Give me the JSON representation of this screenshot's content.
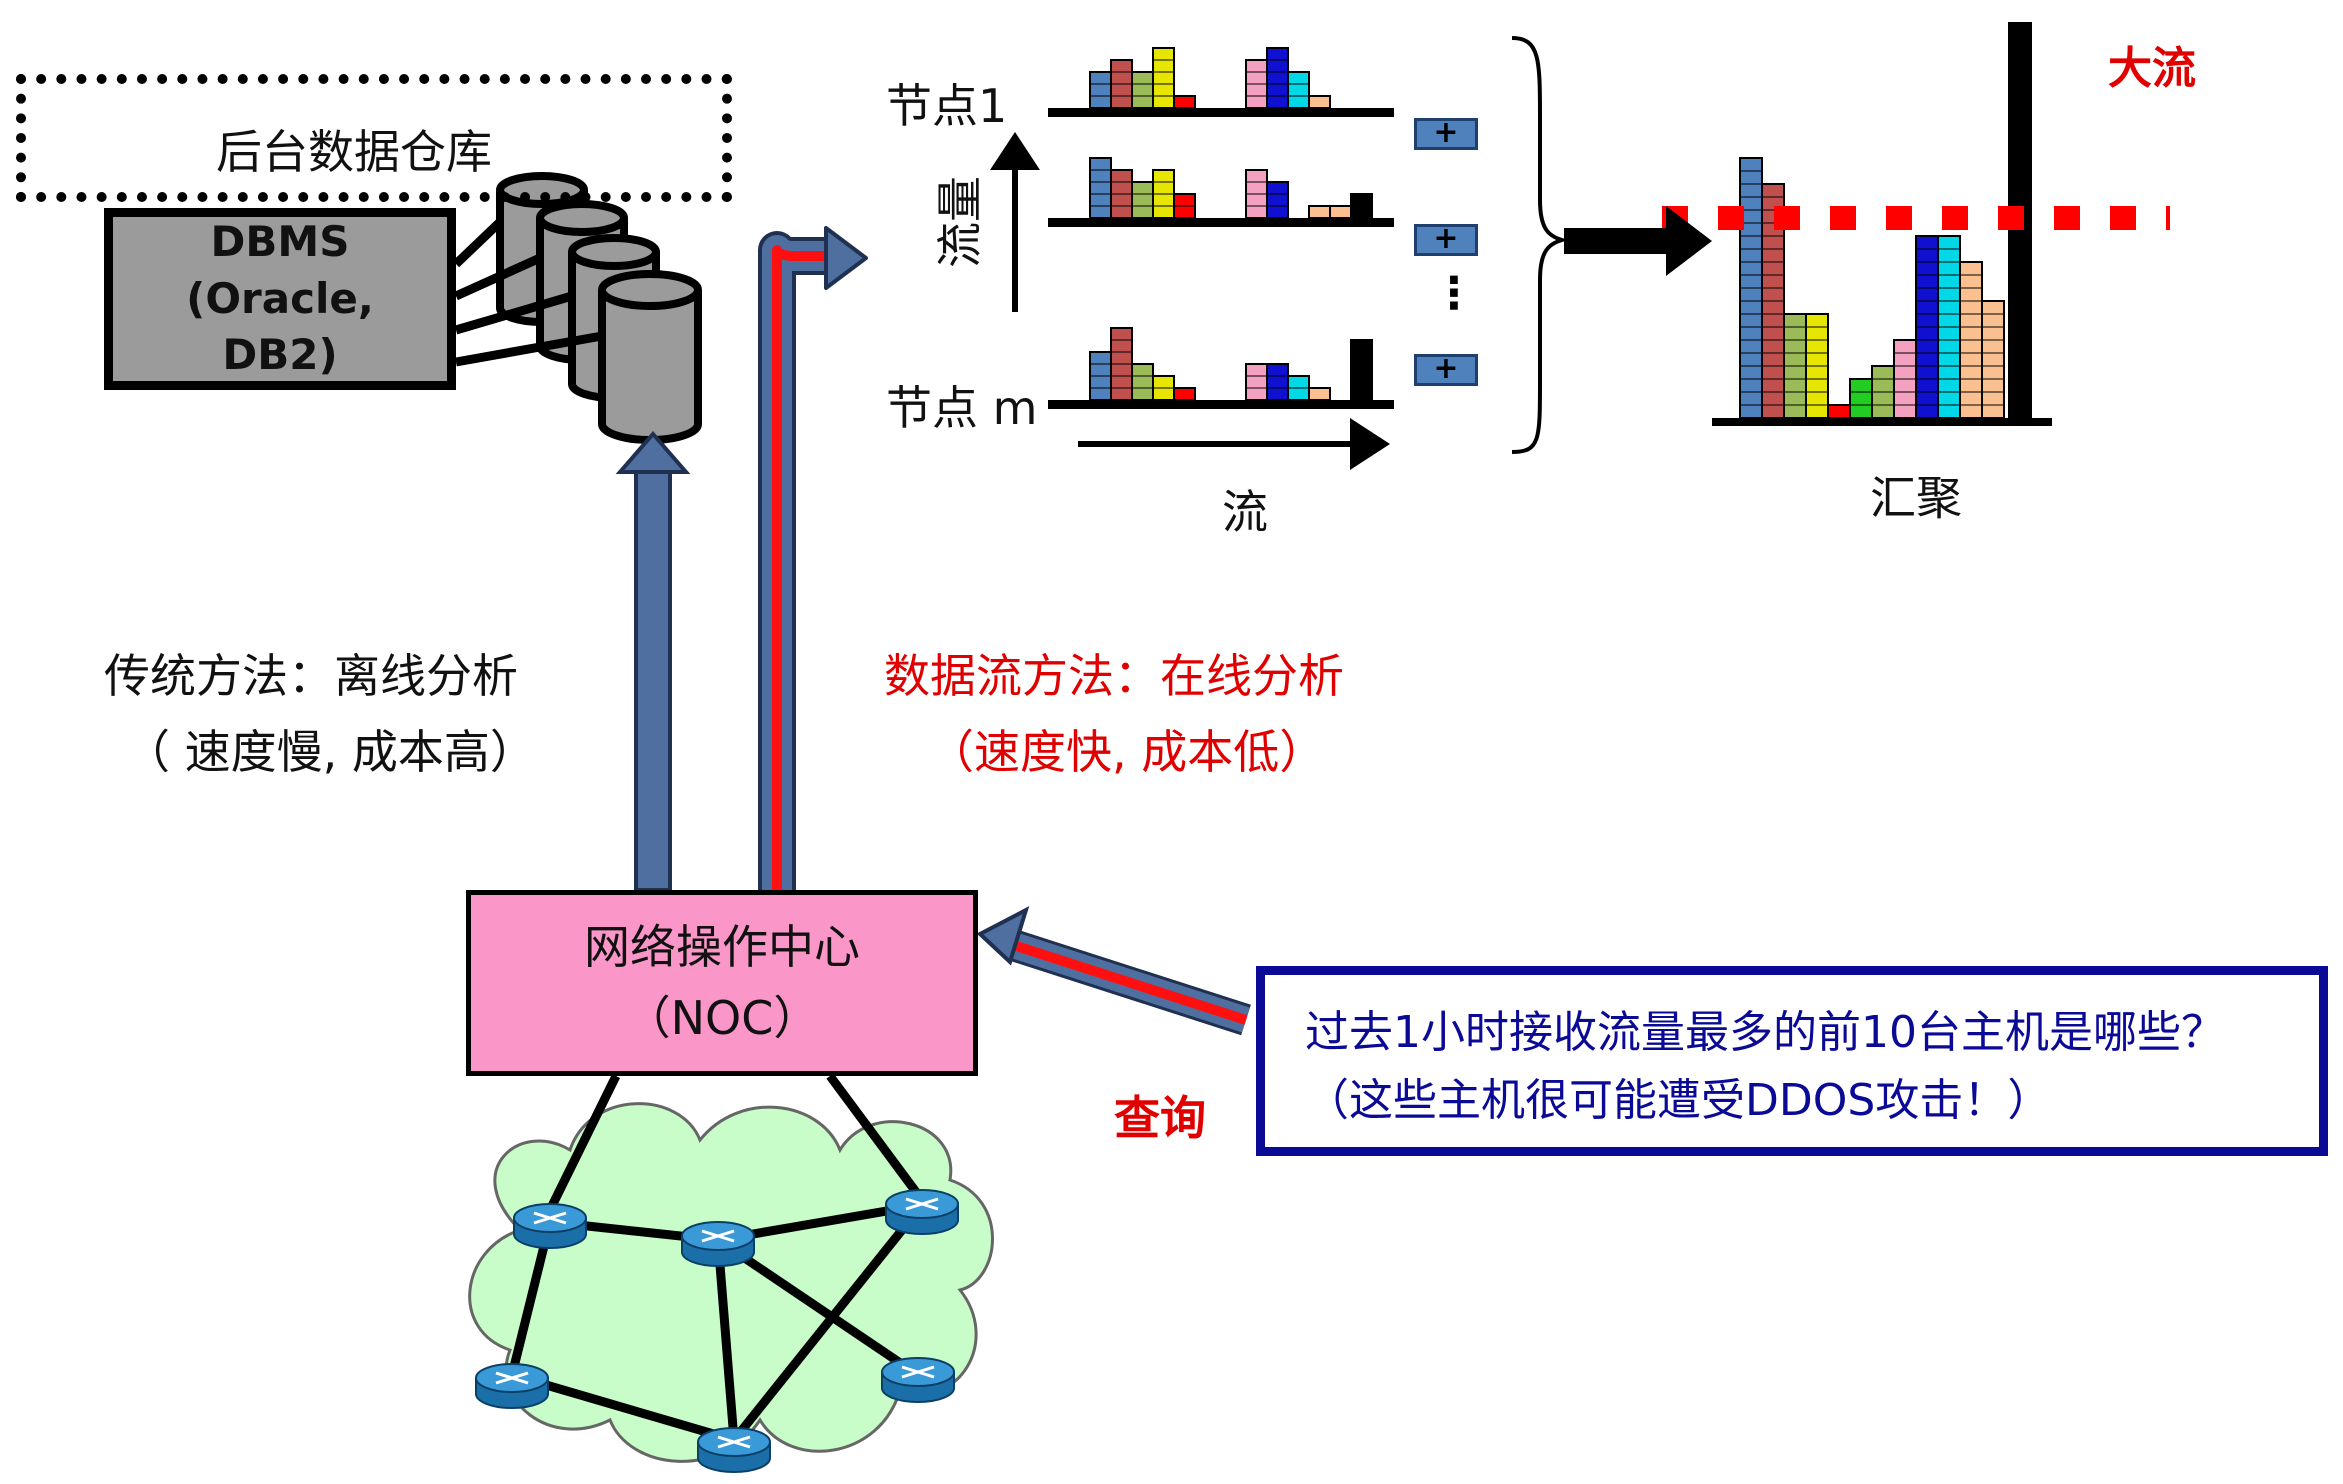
{
  "warehouse": {
    "title": "后台数据仓库"
  },
  "dbms": {
    "line1": "DBMS",
    "line2": "(Oracle,",
    "line3": "DB2)"
  },
  "traditional": {
    "line1": "传统方法：离线分析",
    "line2": "（ 速度慢, 成本高）"
  },
  "stream": {
    "line1": "数据流方法：在线分析",
    "line2": "（速度快, 成本低）"
  },
  "noc": {
    "line1": "网络操作中心",
    "line2": "（NOC）"
  },
  "query": {
    "label": "查询",
    "line1": "过去1小时接收流量最多的前10台主机是哪些？",
    "line2": "（这些主机很可能遭受DDOS攻击！）"
  },
  "charts": {
    "node1_label": "节点1",
    "nodem_label": "节点 m",
    "y_axis_label": "流量",
    "x_axis_label": "流",
    "plus_symbol": "+",
    "ellipsis": "⋮",
    "aggregate_label": "汇聚",
    "big_flow_label": "大流"
  },
  "colors": {
    "blue": "#4f81bd",
    "red": "#c0504d",
    "green": "#9bbb59",
    "yellow": "#e6e600",
    "brightred": "#ff0000",
    "pink": "#f4a0c0",
    "navy": "#1010d0",
    "cyan": "#00d8e8",
    "peach": "#fac090",
    "lime": "#22cc22",
    "black": "#000000"
  }
}
